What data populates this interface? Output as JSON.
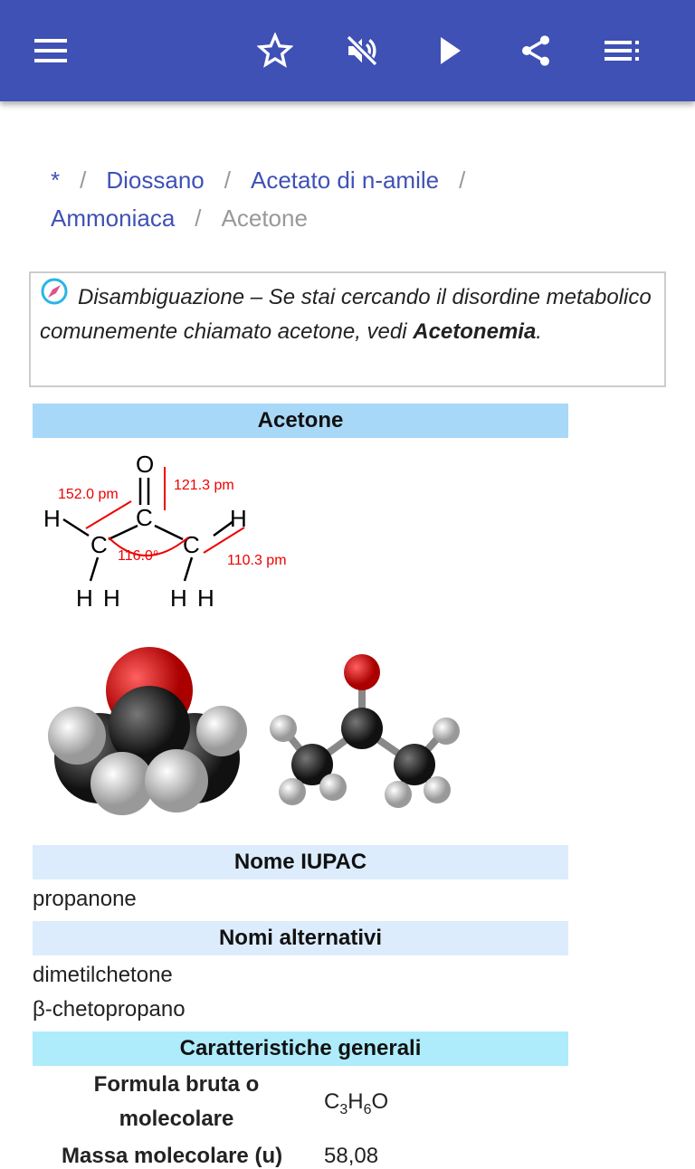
{
  "appbar": {
    "icons": [
      "menu-icon",
      "star-icon",
      "volume-off-icon",
      "play-icon",
      "share-icon",
      "playlist-icon"
    ],
    "color": "#3f51b5"
  },
  "breadcrumb": {
    "items": [
      "*",
      "Diossano",
      "Acetato di n-amile",
      "Ammoniaca"
    ],
    "current": "Acetone",
    "separator": "/"
  },
  "disambiguation": {
    "text": "Disambiguazione – Se stai cercando il disordine metabolico comunemente chiamato acetone, vedi ",
    "link": "Acetonemia",
    "end": "."
  },
  "infobox": {
    "title": "Acetone",
    "structure_labels": {
      "bond1": "152.0 pm",
      "bond2": "121.3 pm",
      "angle": "116.0°",
      "bond3": "110.3 pm",
      "O": "O",
      "C": "C",
      "H": "H"
    },
    "iupac_header": "Nome IUPAC",
    "iupac": "propanone",
    "alt_header": "Nomi alternativi",
    "alt": [
      "dimetilchetone",
      "β-chetopropano"
    ],
    "general_header": "Caratteristiche generali",
    "formula_label": "Formula bruta o molecolare",
    "formula": {
      "c": "C",
      "c_n": "3",
      "h": "H",
      "h_n": "6",
      "o": "O"
    },
    "mass_label": "Massa molecolare (u)",
    "mass": "58,08"
  }
}
